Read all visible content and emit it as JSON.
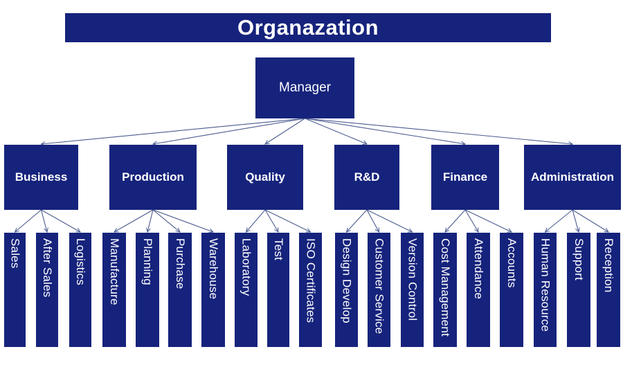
{
  "title": "Organazation",
  "manager": "Manager",
  "departments": [
    {
      "name": "Business",
      "children": [
        "Sales",
        "After Sales",
        "Logistics"
      ]
    },
    {
      "name": "Production",
      "children": [
        "Manufacture",
        "Planning",
        "Purchase",
        "Warehouse"
      ]
    },
    {
      "name": "Quality",
      "children": [
        "Laboratory",
        "Test",
        "ISO Certificates"
      ]
    },
    {
      "name": "R&D",
      "children": [
        "Design Develop",
        "Customer Service",
        "Version Control"
      ]
    },
    {
      "name": "Finance",
      "children": [
        "Cost Management",
        "Attendance",
        "Accounts"
      ]
    },
    {
      "name": "Administration",
      "children": [
        "Human Resource",
        "Support",
        "Reception"
      ]
    }
  ],
  "colors": {
    "box_fill": "#16237c",
    "text": "#ffffff",
    "connector": "#4a5a8f"
  }
}
